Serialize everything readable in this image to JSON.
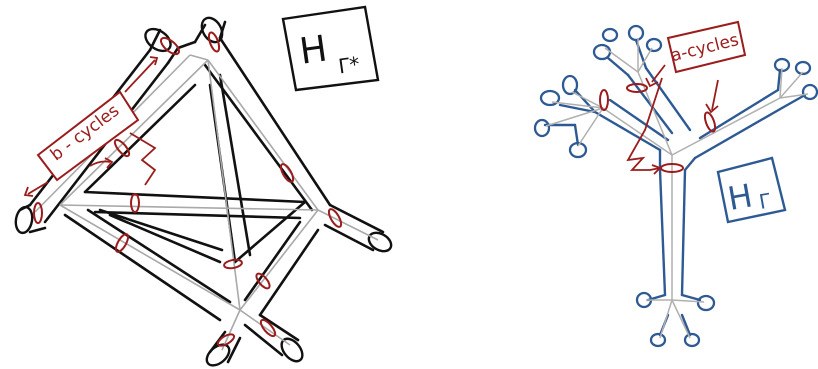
{
  "left_figure": {
    "box_label_main": "H",
    "box_label_sub": "Γ*",
    "callout_label": "b - cycles",
    "stroke_color": "#111111",
    "inner_line_color": "#a9a9a9",
    "cycle_color": "#9b1c1c"
  },
  "right_figure": {
    "box_label_main": "H",
    "box_label_sub": "Γ",
    "callout_label": "a-cycles",
    "stroke_color": "#2e5a94",
    "inner_line_color": "#b0b0b0",
    "cycle_color": "#9b1c1c"
  }
}
